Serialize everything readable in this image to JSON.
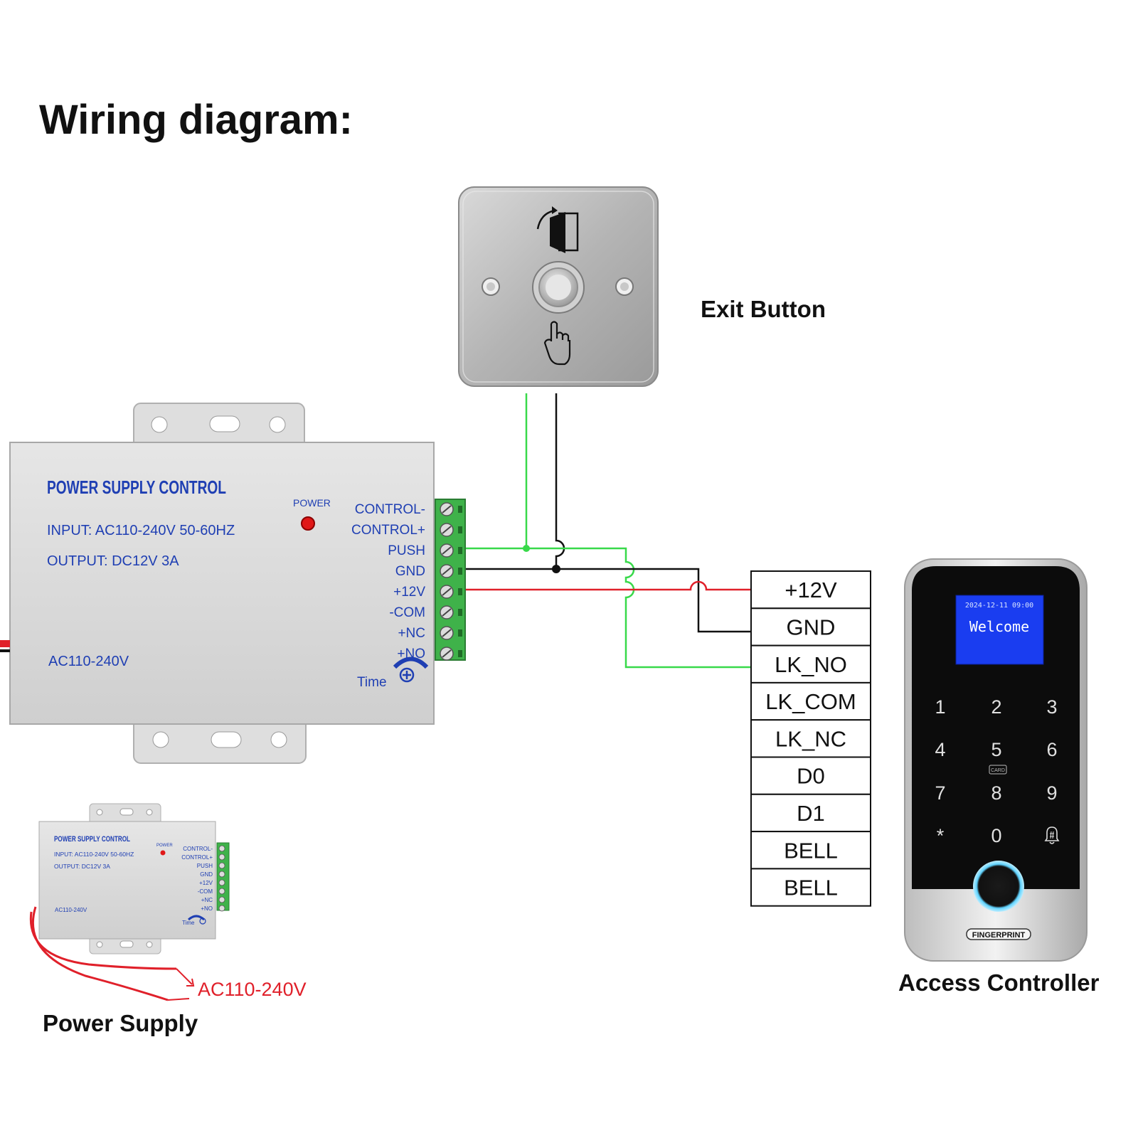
{
  "title": "Wiring diagram:",
  "exit_button": {
    "label": "Exit Button"
  },
  "power_supply": {
    "title": "POWER SUPPLY CONTROL",
    "input": "INPUT: AC110-240V 50-60HZ",
    "output": "OUTPUT: DC12V  3A",
    "power_indicator": "POWER",
    "ac_label": "AC110-240V",
    "time_label": "Time",
    "terminals": [
      "CONTROL-",
      "CONTROL+",
      "PUSH",
      "GND",
      "+12V",
      "-COM",
      "+NC",
      "+NO"
    ],
    "caption": "Power Supply",
    "mains_label": "AC110-240V"
  },
  "controller": {
    "terminals": [
      "+12V",
      "GND",
      "LK_NO",
      "LK_COM",
      "LK_NC",
      "D0",
      "D1",
      "BELL",
      "BELL"
    ],
    "screen_datetime": "2024-12-11  09:00",
    "screen_message": "Welcome",
    "keys": [
      "1",
      "2",
      "3",
      "4",
      "5",
      "6",
      "7",
      "8",
      "9",
      "*",
      "0",
      "bell"
    ],
    "card_label": "CARD",
    "fingerprint_label": "FINGERPRINT",
    "caption": "Access Controller"
  },
  "colors": {
    "wire_green": "#38d94a",
    "wire_black": "#111111",
    "wire_red": "#e0202a",
    "psu_blue": "#1f3fb3",
    "terminal_green": "#3fb24a",
    "lcd_blue": "#1a3df0"
  }
}
